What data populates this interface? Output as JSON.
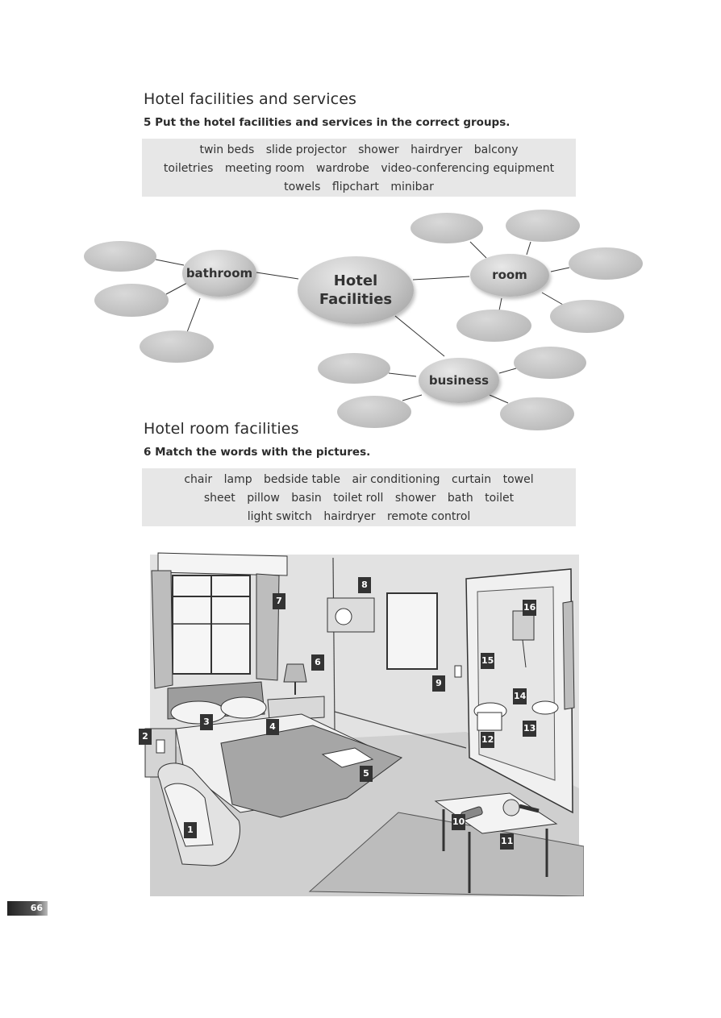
{
  "section5": {
    "heading": "Hotel facilities and services",
    "instruction": "5  Put the hotel facilities and services in the correct groups.",
    "words": [
      [
        "twin beds",
        "slide projector",
        "shower",
        "hairdryer",
        "balcony"
      ],
      [
        "toiletries",
        "meeting room",
        "wardrobe",
        "video-conferencing equipment"
      ],
      [
        "towels",
        "flipchart",
        "minibar"
      ]
    ]
  },
  "diagram": {
    "center": [
      "Hotel",
      "Facilities"
    ],
    "branches": {
      "bathroom": "bathroom",
      "room": "room",
      "business": "business"
    }
  },
  "section6": {
    "heading": "Hotel room facilities",
    "instruction": "6  Match the words with the pictures.",
    "words": [
      [
        "chair",
        "lamp",
        "bedside table",
        "air conditioning",
        "curtain",
        "towel"
      ],
      [
        "sheet",
        "pillow",
        "basin",
        "toilet roll",
        "shower",
        "bath",
        "toilet"
      ],
      [
        "light switch",
        "hairdryer",
        "remote control"
      ]
    ]
  },
  "picture_labels": [
    "1",
    "2",
    "3",
    "4",
    "5",
    "6",
    "7",
    "8",
    "9",
    "10",
    "11",
    "12",
    "13",
    "14",
    "15",
    "16"
  ],
  "page_number": "66"
}
